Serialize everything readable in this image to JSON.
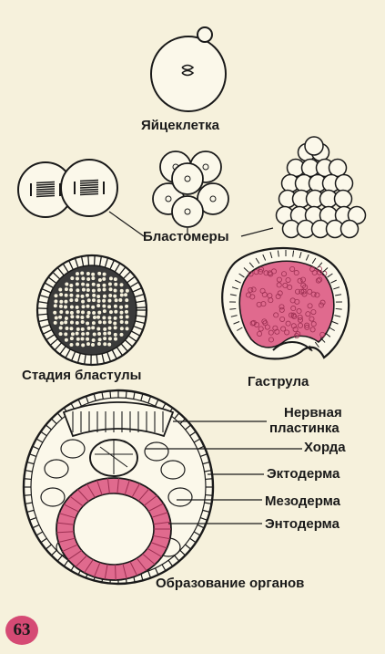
{
  "labels": {
    "egg": "Яйцеклетка",
    "blastomeres": "Бластомеры",
    "blastula": "Стадия бластулы",
    "gastrula": "Гаструла",
    "neural_plate_line1": "Нервная",
    "neural_plate_line2": "пластинка",
    "notochord": "Хорда",
    "ectoderm": "Эктодерма",
    "mesoderm": "Мезодерма",
    "endoderm": "Энтодерма",
    "organogenesis": "Образование органов"
  },
  "page_number": "63",
  "colors": {
    "background": "#f6f1dc",
    "ink": "#1a1a1a",
    "endoderm_fill": "#e06a8e",
    "badge": "#d54a74"
  }
}
